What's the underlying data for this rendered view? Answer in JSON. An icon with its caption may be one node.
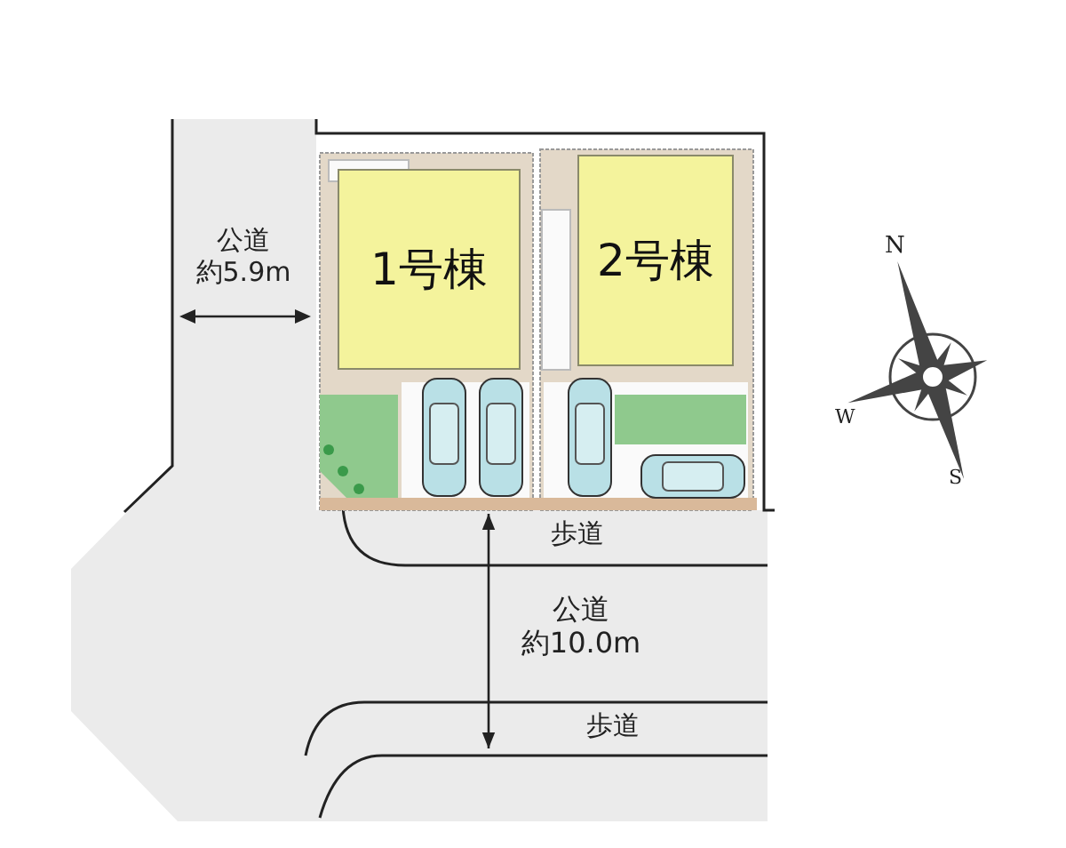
{
  "diagram": {
    "nodes": [
      {
        "text": [
          "1号棟"
        ]
      },
      {
        "text": [
          "2号棟"
        ]
      }
    ],
    "edges": [],
    "labels": [
      "公道約5.9m",
      "歩道",
      "公道約10.0m",
      "歩道",
      "N",
      "W",
      "S"
    ]
  }
}
